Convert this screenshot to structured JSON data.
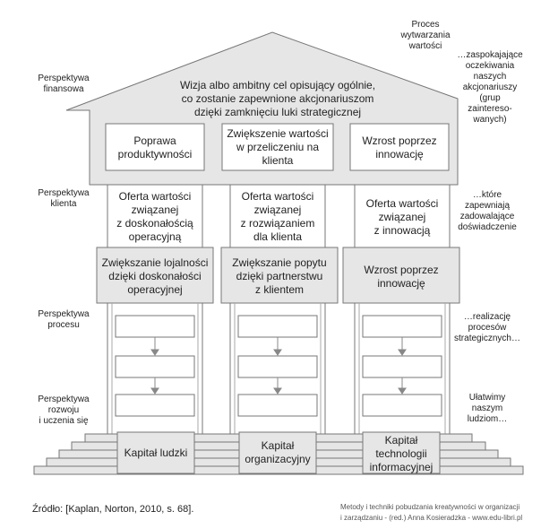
{
  "roof": {
    "vision": [
      "Wizja albo ambitny cel opisujący ogólnie,",
      "co zostanie zapewnione akcjonariuszom",
      "dzięki zamknięciu luki strategicznej"
    ],
    "boxes": [
      [
        "Poprawa",
        "produktywności"
      ],
      [
        "Zwiększenie wartości",
        "w przeliczeniu na",
        "klienta"
      ],
      [
        "Wzrost poprzez",
        "innowację"
      ]
    ]
  },
  "columns": [
    {
      "offer": [
        "Oferta wartości",
        "związanej",
        "z doskonałością",
        "operacyjną"
      ],
      "mid": [
        "Zwiększanie lojalności",
        "dzięki doskonałości",
        "operacyjnej"
      ],
      "capital": [
        "Kapitał ludzki"
      ]
    },
    {
      "offer": [
        "Oferta wartości",
        "związanej",
        "z rozwiązaniem",
        "dla klienta"
      ],
      "mid": [
        "Zwiększanie popytu",
        "dzięki partnerstwu",
        "z klientem"
      ],
      "capital": [
        "Kapitał",
        "organizacyjny"
      ]
    },
    {
      "offer": [
        "Oferta wartości",
        "związanej",
        "z innowacją"
      ],
      "mid": [
        "Wzrost poprzez",
        "innowację"
      ],
      "capital": [
        "Kapitał",
        "technologii",
        "informacyjnej"
      ]
    }
  ],
  "left_labels": {
    "financial": [
      "Perspektywa",
      "finansowa"
    ],
    "client": [
      "Perspektywa",
      "klienta"
    ],
    "process": [
      "Perspektywa",
      "procesu"
    ],
    "learning": [
      "Perspektywa",
      "rozwoju",
      "i uczenia się"
    ]
  },
  "right_labels": {
    "process_title": [
      "Proces",
      "wytwarzania",
      "wartości"
    ],
    "satisfying": [
      "…zaspokajające",
      "oczekiwania",
      "naszych",
      "akcjonariuszy",
      "(grup",
      "zaintereso-",
      "wanych)"
    ],
    "experiences": [
      "…które",
      "zapewniają",
      "zadowalające",
      "doświadczenie"
    ],
    "processes": [
      "…realizację",
      "procesów",
      "strategicznych…"
    ],
    "people": [
      "Ułatwimy",
      "naszym",
      "ludziom…"
    ]
  },
  "source": "Źródło: [Kaplan, Norton, 2010, s. 68].",
  "footer": [
    "Metody i techniki pobudzania kreatywności w organizacji",
    "i zarządzaniu - (red.) Anna Kosieradzka - www.edu-libri.pl"
  ],
  "colors": {
    "fill": "#e6e6e6",
    "box": "#ffffff",
    "stroke": "#777777",
    "arrow": "#888888"
  }
}
